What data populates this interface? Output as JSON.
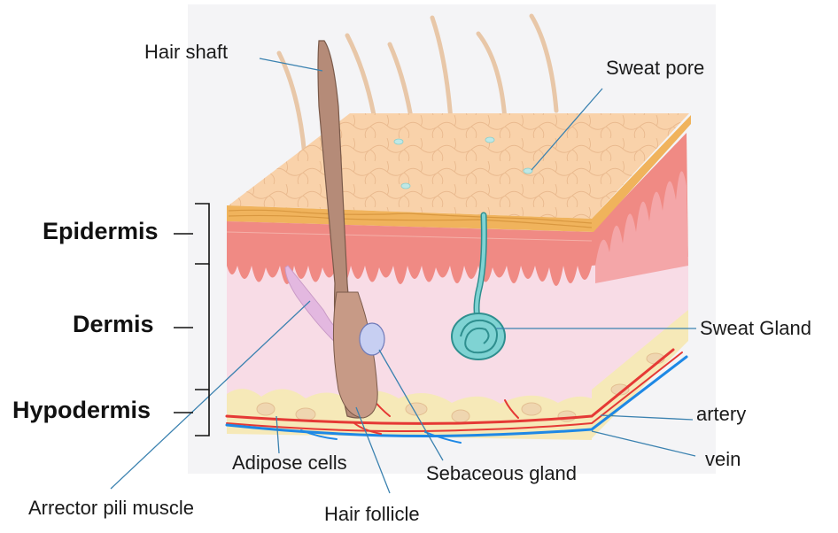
{
  "diagram": {
    "layers": {
      "epidermis": "Epidermis",
      "dermis": "Dermis",
      "hypodermis": "Hypodermis"
    },
    "labels": {
      "hair_shaft": "Hair shaft",
      "sweat_pore": "Sweat pore",
      "sweat_gland": "Sweat Gland",
      "artery": "artery",
      "vein": "vein",
      "adipose_cells": "Adipose cells",
      "sebaceous_gland": "Sebaceous gland",
      "arrector_pili_muscle": "Arrector pili muscle",
      "hair_follicle": "Hair follicle"
    },
    "colors": {
      "skin_surface": "#f9d2aa",
      "epidermis_edge": "#f0b35c",
      "epidermis_band": "#f08a84",
      "dermis": "#f8dce6",
      "hypodermis": "#f6e9b8",
      "hair": "#b58b78",
      "sweat_gland": "#7fd3d3",
      "artery": "#e53935",
      "vein": "#1e88e5",
      "leader_line": "#3b82b0"
    }
  }
}
